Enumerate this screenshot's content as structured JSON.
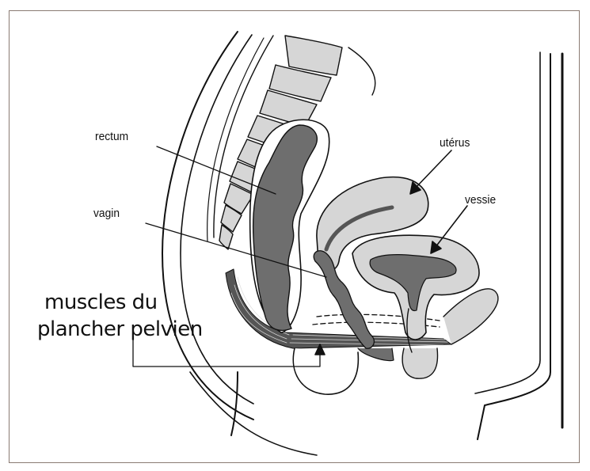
{
  "labels": {
    "rectum": "rectum",
    "vagin": "vagin",
    "uterus": "utérus",
    "vessie": "vessie",
    "muscles_line1": "muscles du",
    "muscles_line2": "plancher pelvien"
  },
  "colors": {
    "organ_fill": "#d6d6d6",
    "dark_fill": "#6e6e6e",
    "outline": "#111111",
    "frame": "#8a7a72",
    "background": "#ffffff"
  }
}
